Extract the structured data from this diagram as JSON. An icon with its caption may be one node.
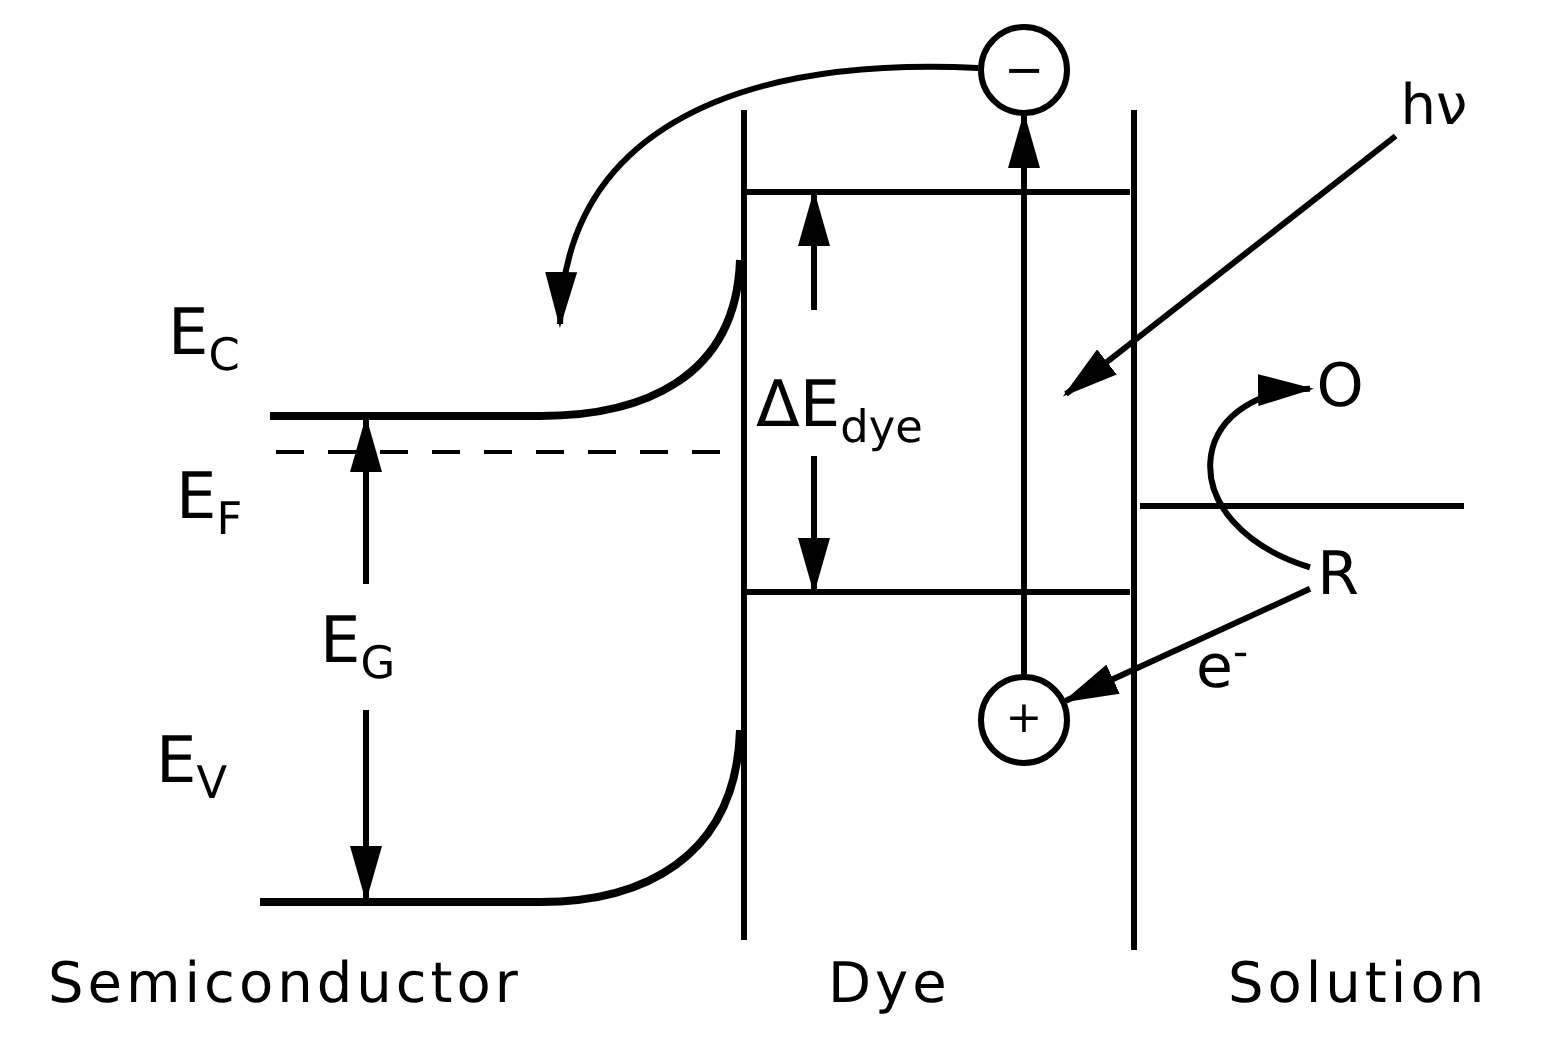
{
  "diagram": {
    "nodes": [
      {
        "text": [
          "−"
        ]
      },
      {
        "text": [
          "hν"
        ]
      },
      {
        "text": [
          "O"
        ]
      },
      {
        "text": [
          "R"
        ]
      },
      {
        "text": [
          "+"
        ]
      }
    ],
    "edges": [
      {
        "from": 4,
        "to": 0,
        "arrow": "to"
      },
      {
        "from": 0,
        "to": null,
        "arrow": "to"
      },
      {
        "from": 1,
        "to": null,
        "arrow": "to"
      },
      {
        "from": 3,
        "to": 2,
        "arrow": "to"
      },
      {
        "from": 3,
        "to": 4,
        "arrow": "to",
        "label": "e$^{-}$"
      }
    ],
    "labels": [
      "E$_{C}$",
      "E$_{F}$",
      "ΔE$_{dye}$",
      "E$_{G}$",
      "E$_{V}$",
      "Semiconductor",
      "Dye",
      "Solution"
    ]
  }
}
